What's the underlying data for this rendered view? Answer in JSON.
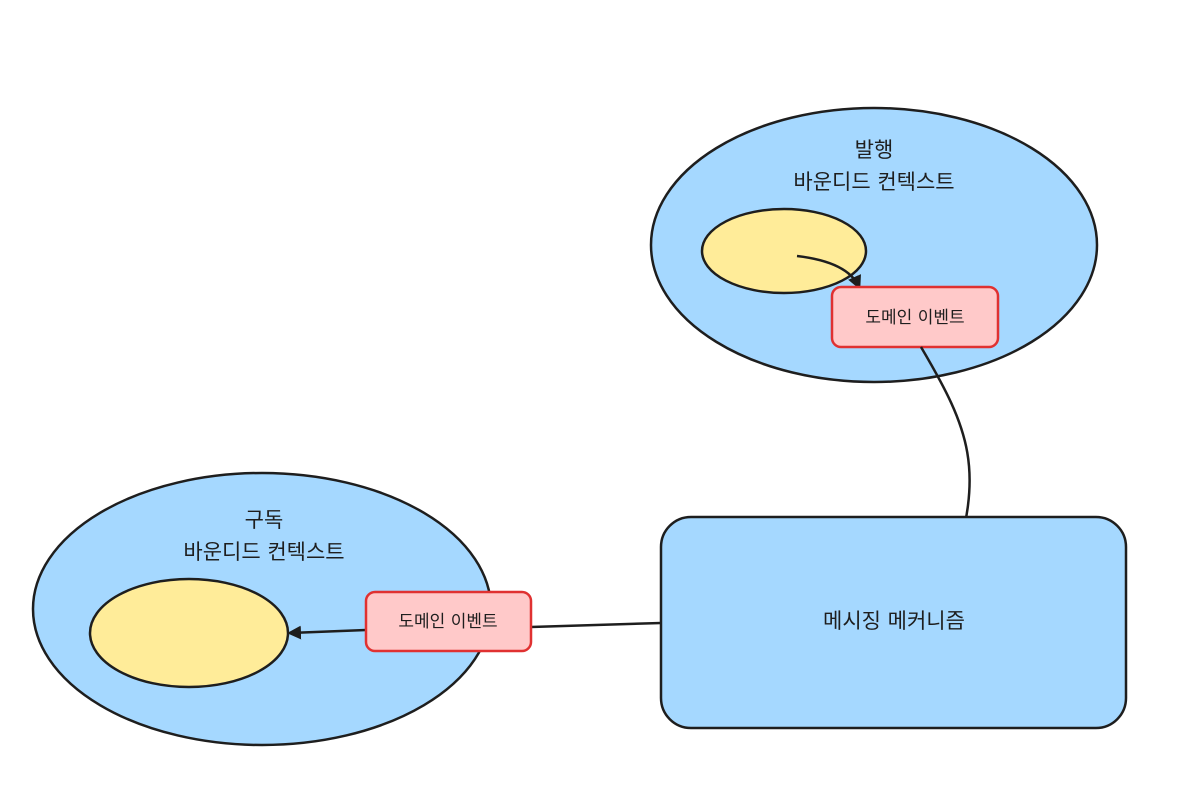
{
  "diagram": {
    "publisher": {
      "title_line1": "발행",
      "title_line2": "바운디드 컨텍스트",
      "event_label": "도메인 이벤트"
    },
    "subscriber": {
      "title_line1": "구독",
      "title_line2": "바운디드 컨텍스트",
      "event_label": "도메인 이벤트"
    },
    "messaging": {
      "label": "메시징 메커니즘"
    },
    "colors": {
      "context_fill": "#a5d8ff",
      "aggregate_fill": "#ffec99",
      "event_fill": "#ffc9c9",
      "event_stroke": "#e03131",
      "stroke": "#1e1e1e"
    }
  }
}
